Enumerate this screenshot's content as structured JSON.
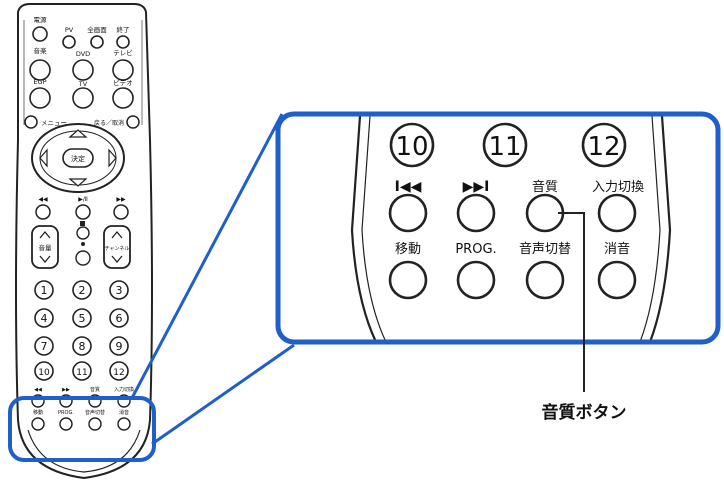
{
  "remote": {
    "top_labels": [
      "電源",
      "PV",
      "全画面",
      "終了",
      "音楽",
      "DVD",
      "テレビ",
      "EGP",
      "TV",
      "ビデオ"
    ],
    "menu_label": "メニュー",
    "return_label": "戻る／取消",
    "ok_label": "決定",
    "volume_label": "音量",
    "channel_label": "チャンネル",
    "numbers": [
      "1",
      "2",
      "3",
      "4",
      "5",
      "6",
      "7",
      "8",
      "9",
      "10",
      "11",
      "12"
    ],
    "bottom_labels": [
      "移動",
      "PROG.",
      "音声切替",
      "消音"
    ],
    "row_labels": [
      "◀◀",
      "▶▶",
      "音質",
      "入力切換"
    ]
  },
  "zoom": {
    "numbers": [
      "10",
      "11",
      "12"
    ],
    "row1_labels": [
      "I◀◀",
      "▶▶I",
      "音質",
      "入力切換"
    ],
    "row2_labels": [
      "移動",
      "PROG.",
      "音声切替",
      "消音"
    ]
  },
  "callout": {
    "label": "音質ボタン"
  },
  "colors": {
    "highlight": "#1f5fc9",
    "outline": "#222222"
  }
}
